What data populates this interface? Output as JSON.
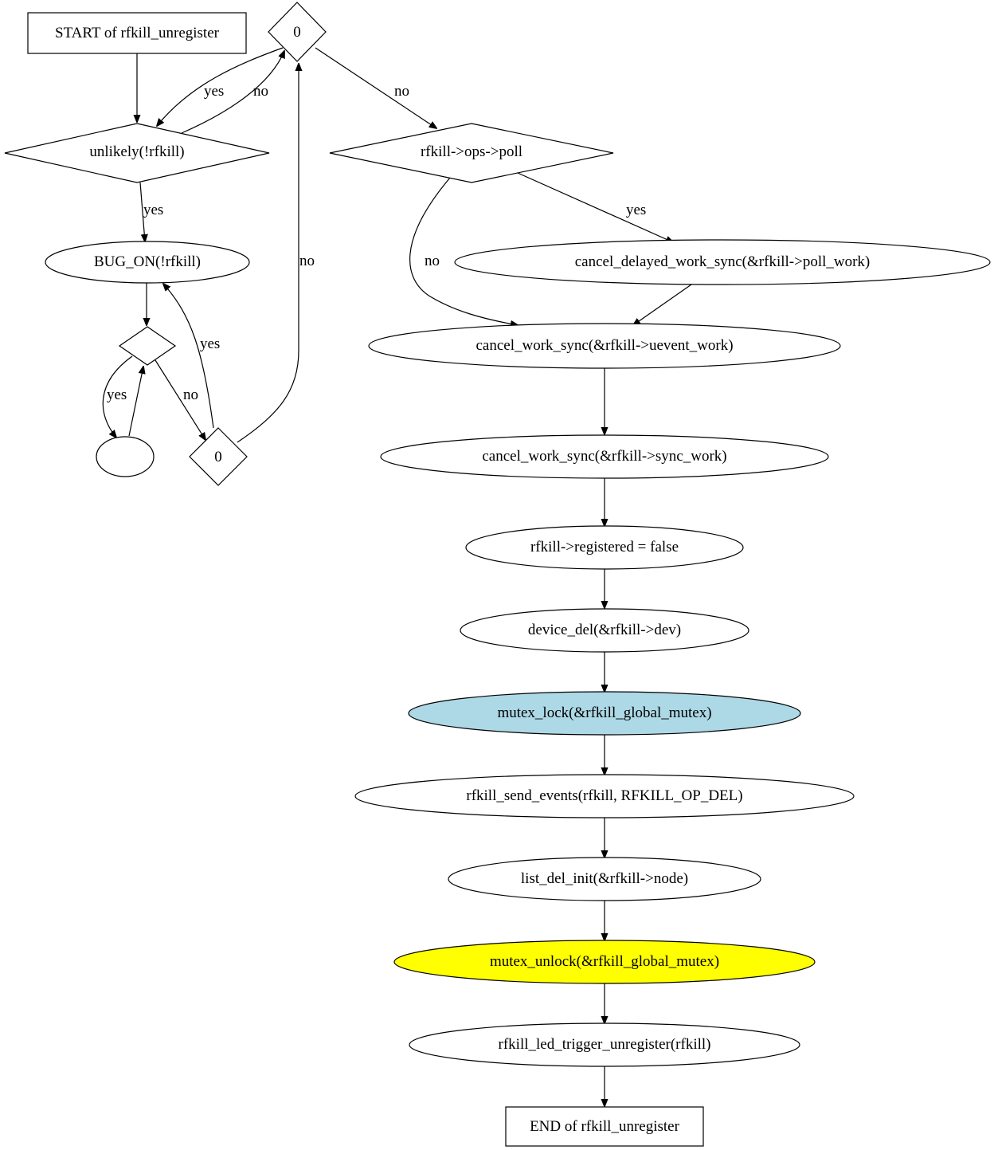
{
  "colors": {
    "background": "#ffffff",
    "stroke": "#000000",
    "lock_fill": "#add8e6",
    "unlock_fill": "#ffff00"
  },
  "nodes": {
    "start": "START of rfkill_unregister",
    "d0_top": "0",
    "unlikely": "unlikely(!rfkill)",
    "poll": "rfkill->ops->poll",
    "bug_on": "BUG_ON(!rfkill)",
    "cancel_delayed": "cancel_delayed_work_sync(&rfkill->poll_work)",
    "d_empty": "",
    "cancel_uevent": "cancel_work_sync(&rfkill->uevent_work)",
    "e_empty": "",
    "d0_bottom": "0",
    "cancel_sync": "cancel_work_sync(&rfkill->sync_work)",
    "registered": "rfkill->registered = false",
    "device_del": "device_del(&rfkill->dev)",
    "mutex_lock": "mutex_lock(&rfkill_global_mutex)",
    "send_events": "rfkill_send_events(rfkill, RFKILL_OP_DEL)",
    "list_del": "list_del_init(&rfkill->node)",
    "mutex_unlock": "mutex_unlock(&rfkill_global_mutex)",
    "led_trigger": "rfkill_led_trigger_unregister(rfkill)",
    "end": "END of rfkill_unregister"
  },
  "edge_labels": {
    "top_to_unlikely_yes": "yes",
    "unlikely_to_top_no": "no",
    "top_to_poll_no": "no",
    "unlikely_to_bugon_yes": "yes",
    "poll_to_delayed_yes": "yes",
    "poll_to_uevent_no": "no",
    "bottom_to_top_no": "no",
    "bottom_to_bugon_yes": "yes",
    "dempty_to_eempty_yes": "yes",
    "dempty_to_bottom_no": "no"
  }
}
